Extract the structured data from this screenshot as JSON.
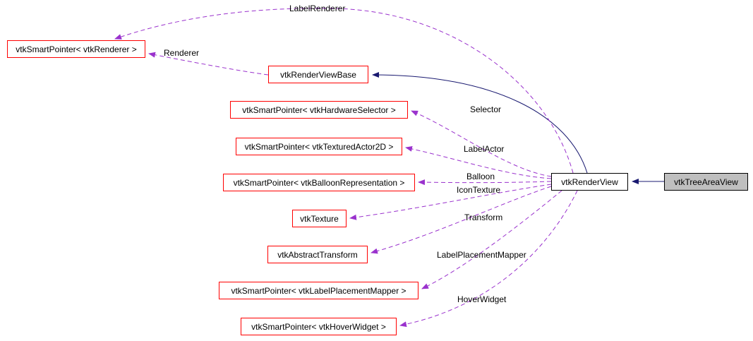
{
  "colors": {
    "linked_node_border": "#ff0000",
    "plain_node_border": "#000000",
    "node_fill": "#ffffff",
    "current_node_fill": "#bfbfbf",
    "inheritance_edge": "#191970",
    "usage_edge": "#9a32cd",
    "text": "#000000"
  },
  "nodes": {
    "smart_renderer": {
      "label": "vtkSmartPointer< vtkRenderer >"
    },
    "render_view_base": {
      "label": "vtkRenderViewBase"
    },
    "smart_hardware_selector": {
      "label": "vtkSmartPointer< vtkHardwareSelector >"
    },
    "smart_textured_actor": {
      "label": "vtkSmartPointer< vtkTexturedActor2D >"
    },
    "smart_balloon_rep": {
      "label": "vtkSmartPointer< vtkBalloonRepresentation >"
    },
    "texture": {
      "label": "vtkTexture"
    },
    "abstract_transform": {
      "label": "vtkAbstractTransform"
    },
    "smart_label_placement": {
      "label": "vtkSmartPointer< vtkLabelPlacementMapper >"
    },
    "smart_hover_widget": {
      "label": "vtkSmartPointer< vtkHoverWidget >"
    },
    "render_view": {
      "label": "vtkRenderView"
    },
    "tree_area_view": {
      "label": "vtkTreeAreaView"
    }
  },
  "edge_labels": {
    "label_renderer": "LabelRenderer",
    "renderer": "Renderer",
    "selector": "Selector",
    "label_actor": "LabelActor",
    "balloon": "Balloon",
    "icon_texture": "IconTexture",
    "transform": "Transform",
    "label_placement_mapper": "LabelPlacementMapper",
    "hover_widget": "HoverWidget"
  }
}
